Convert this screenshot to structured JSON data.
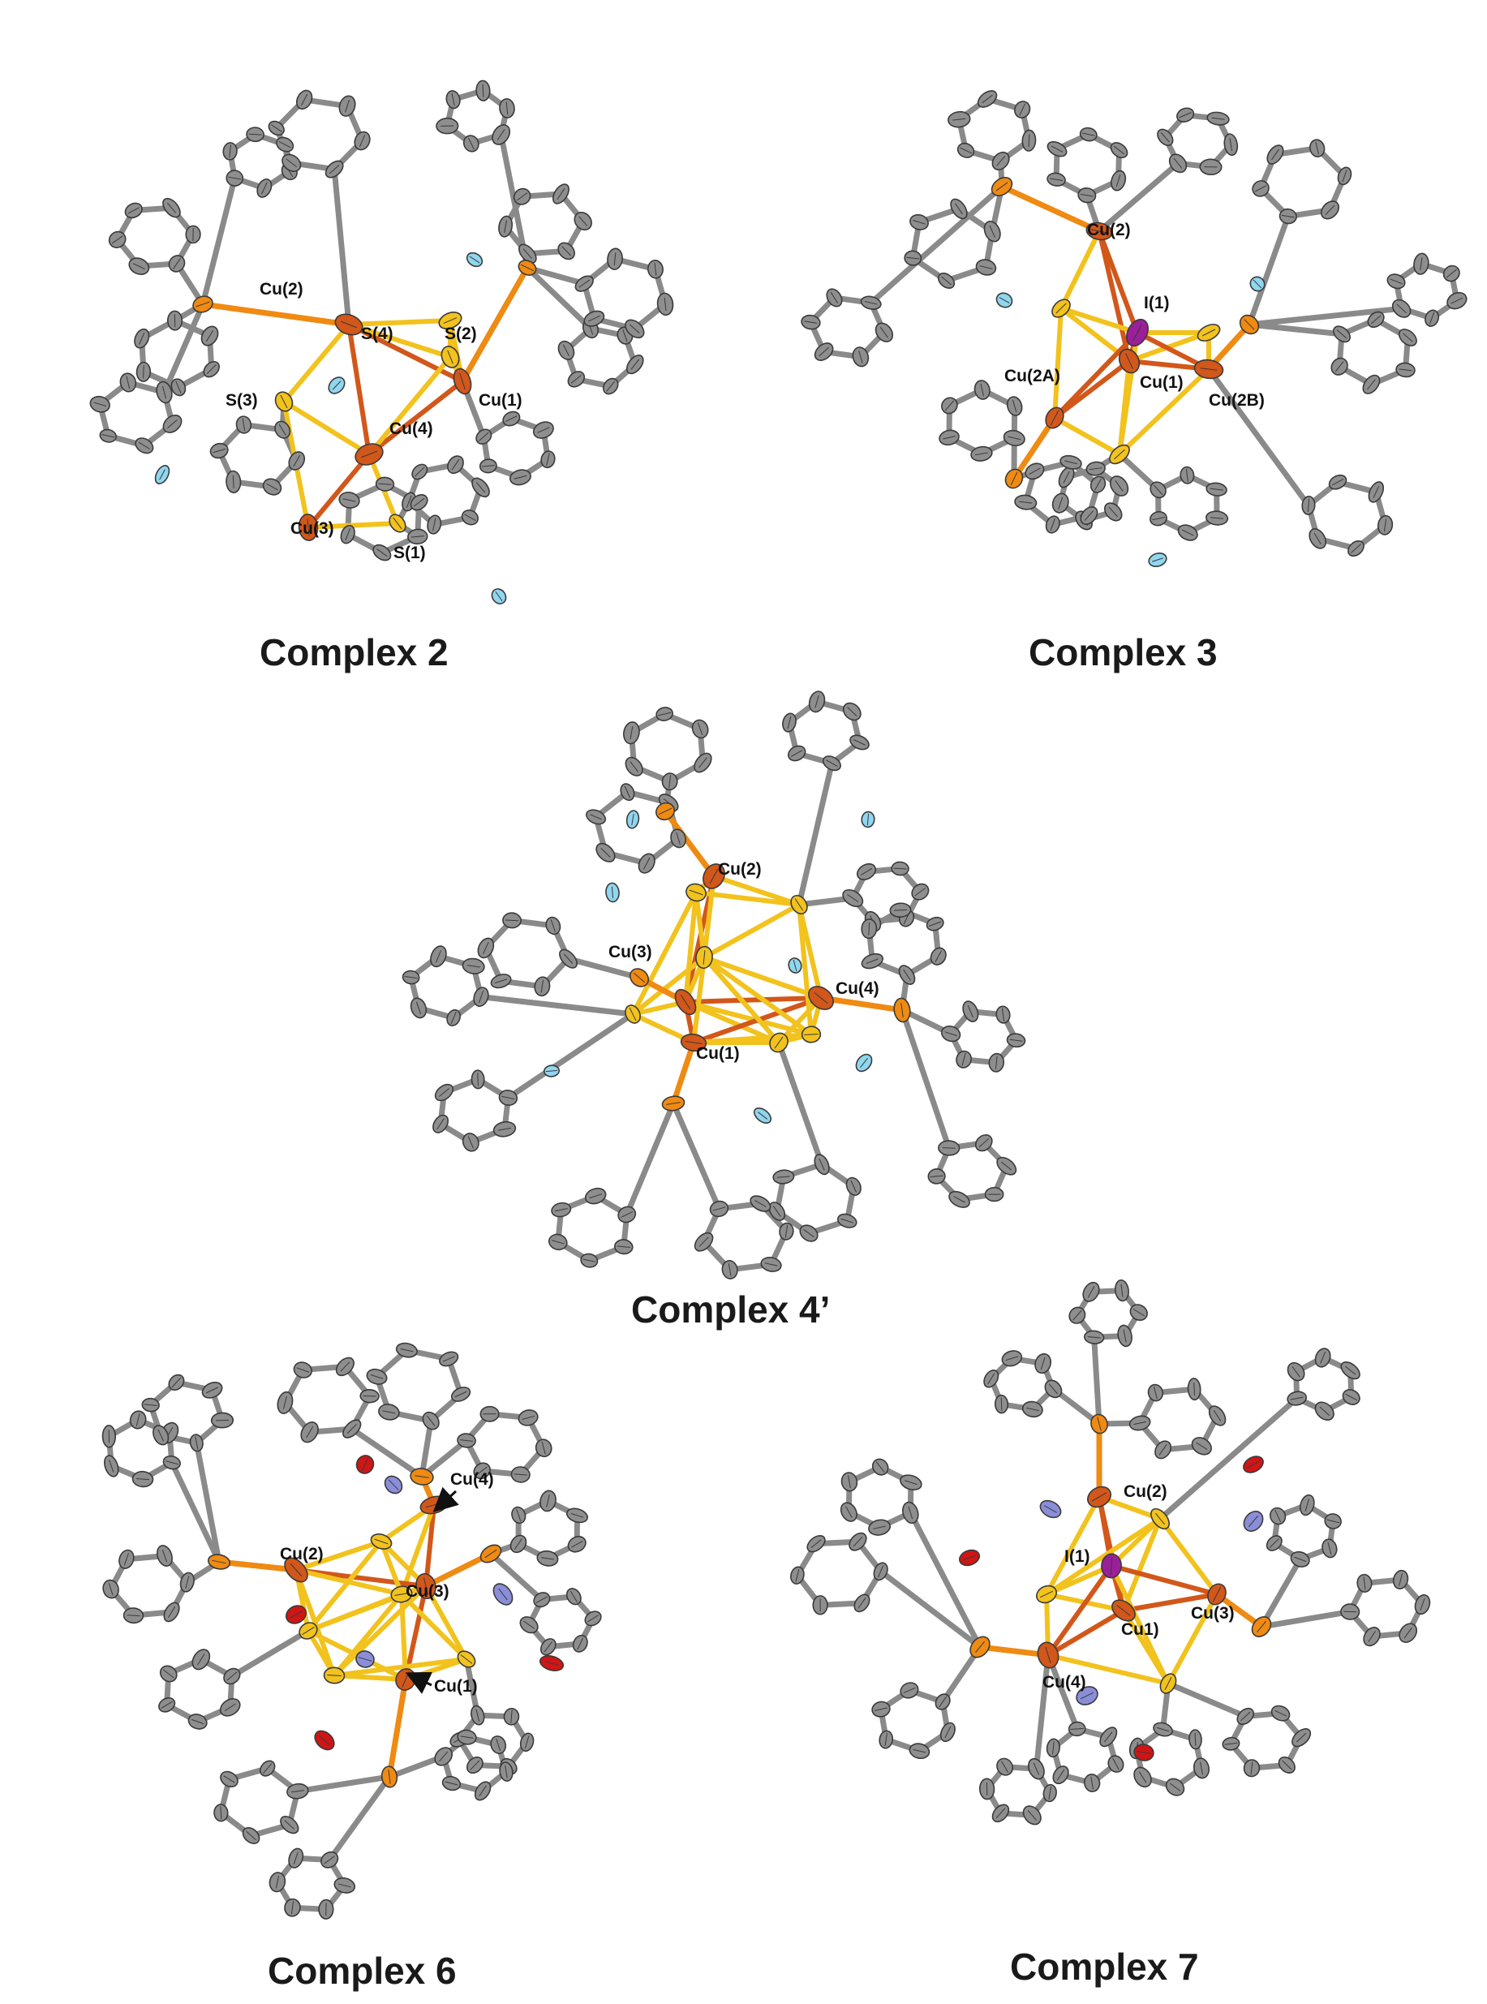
{
  "colors": {
    "carbon": "#8e8e8e",
    "carbon_stroke": "#3a3a3a",
    "bond": "#8a8a8a",
    "copper": "#d2571a",
    "phosphorus": "#ef8a12",
    "sulfur": "#f2c21d",
    "nitrogen": "#8a8ed8",
    "hydrogen": "#8fd6ee",
    "iodine": "#9a1f98",
    "oxygen": "#d01515"
  },
  "panels": [
    {
      "id": "complex-2",
      "caption": "Complex 2",
      "labels": [
        "Cu(2)",
        "S(4)",
        "S(2)",
        "S(3)",
        "Cu(1)",
        "Cu(4)",
        "Cu(3)",
        "S(1)"
      ]
    },
    {
      "id": "complex-3",
      "caption": "Complex 3",
      "labels": [
        "Cu(2)",
        "I(1)",
        "Cu(2A)",
        "Cu(1)",
        "Cu(2B)"
      ]
    },
    {
      "id": "complex-4prime",
      "caption": "Complex 4’",
      "labels": [
        "Cu(2)",
        "Cu(3)",
        "Cu(4)",
        "Cu(1)"
      ]
    },
    {
      "id": "complex-6",
      "caption": "Complex 6",
      "labels": [
        "Cu(4)",
        "Cu(2)",
        "Cu(3)",
        "Cu(1)"
      ]
    },
    {
      "id": "complex-7",
      "caption": "Complex 7",
      "labels": [
        "Cu(2)",
        "I(1)",
        "Cu(3)",
        "Cu1)",
        "Cu(4)"
      ]
    }
  ]
}
